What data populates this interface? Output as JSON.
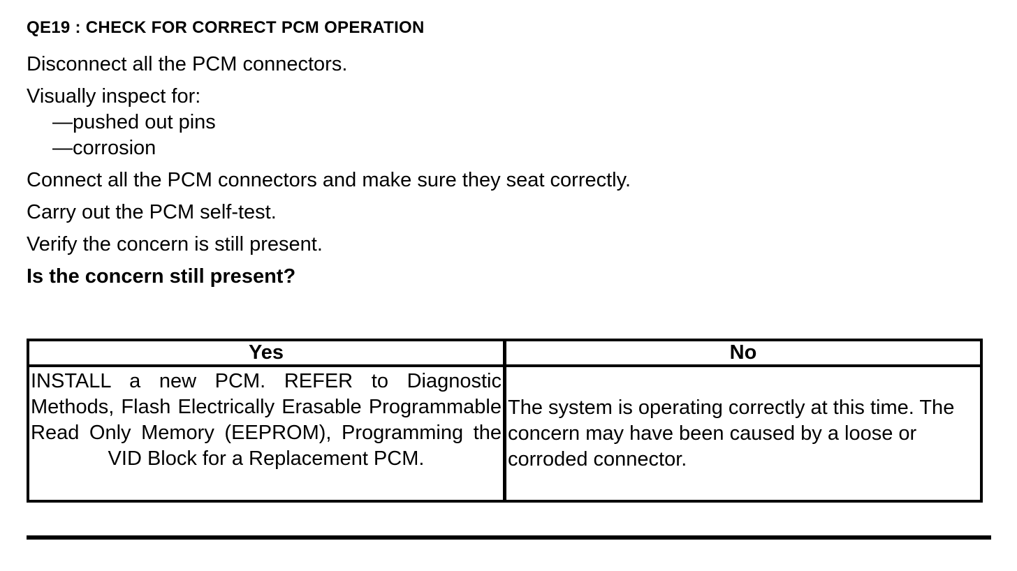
{
  "document": {
    "title": "QE19 : CHECK FOR CORRECT PCM OPERATION",
    "procedure": {
      "step_disconnect": "Disconnect all the PCM connectors.",
      "step_inspect": "Visually inspect for:",
      "inspect_items": [
        "—pushed out pins",
        "—corrosion"
      ],
      "step_connect": "Connect all the PCM connectors and make sure they seat correctly.",
      "step_selftest": "Carry out the PCM self-test.",
      "step_verify": "Verify the concern is still present.",
      "question": "Is the concern still present?"
    },
    "decision_table": {
      "yes_header": "Yes",
      "no_header": "No",
      "yes_action": "INSTALL a new PCM. REFER to Diagnostic Methods, Flash Electrically Erasable Programmable Read Only Memory (EEPROM), Programming the VID Block for a Replacement PCM.",
      "no_action": "The system is operating correctly at this time. The concern may have been caused by a loose or corroded connector."
    }
  },
  "colors": {
    "text": "#000000",
    "background": "#ffffff",
    "border": "#000000"
  }
}
